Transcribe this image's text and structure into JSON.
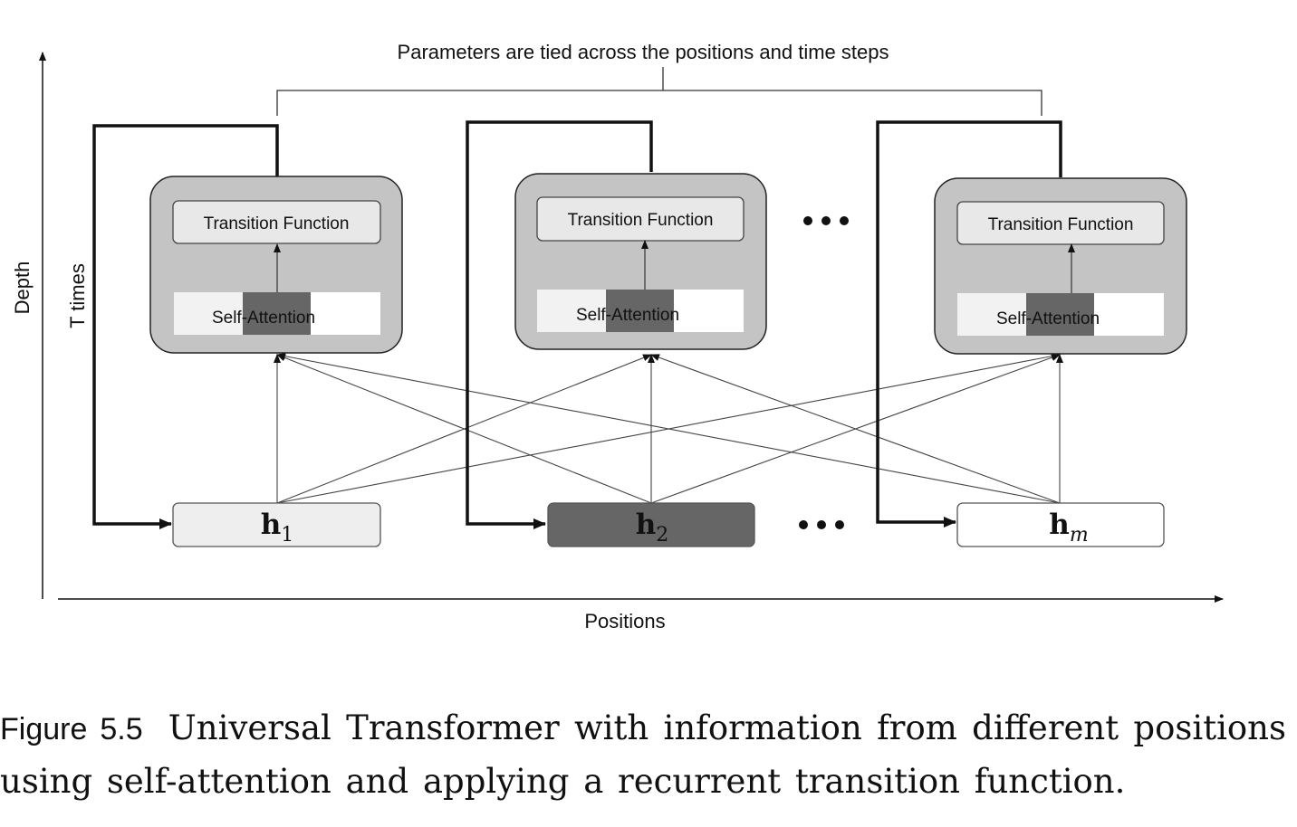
{
  "diagram": {
    "top_label": "Parameters are tied across the positions and time steps",
    "y_axis_label": "Depth",
    "x_axis_label": "Positions",
    "loop_label": "T times",
    "blocks": [
      {
        "transition_label": "Transition Function",
        "attention_label": "Self-Attention"
      },
      {
        "transition_label": "Transition Function",
        "attention_label": "Self-Attention"
      },
      {
        "transition_label": "Transition Function",
        "attention_label": "Self-Attention"
      }
    ],
    "states": [
      {
        "symbol": "h",
        "subscript": "1"
      },
      {
        "symbol": "h",
        "subscript": "2"
      },
      {
        "symbol": "h",
        "subscript": "m"
      }
    ],
    "ellipsis": "• • •"
  },
  "caption": {
    "label": "Figure 5.5",
    "text": "Universal Transformer with information from different positions using self-attention and applying a recurrent transition function."
  }
}
